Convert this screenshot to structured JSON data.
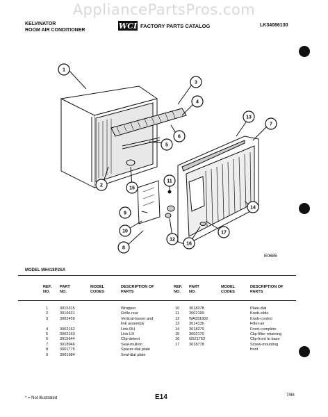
{
  "watermark": "AppliancePartsPros.com",
  "header": {
    "brand": "KELVINATOR",
    "product": "ROOM AIR CONDITIONER",
    "catalog": "FACTORY PARTS CATALOG",
    "logo": "WCI",
    "catalog_number": "LK34086130"
  },
  "diagram": {
    "code": "E0685",
    "callouts": [
      "1",
      "2",
      "3",
      "4",
      "5",
      "6",
      "7",
      "8",
      "9",
      "10",
      "11",
      "12",
      "13",
      "14",
      "15",
      "16",
      "17"
    ]
  },
  "model": "MODEL MH418P2SA",
  "columns": {
    "ref_no": "REF. NO.",
    "part_no": "PART NO.",
    "model_codes": "MODEL CODES",
    "description": "DESCRIPTION OF PARTS"
  },
  "left_parts": [
    {
      "ref": "1",
      "part": "3015315",
      "desc": "Wrapper"
    },
    {
      "ref": "2",
      "part": "3016631",
      "desc": "Grille-rear"
    },
    {
      "ref": "3",
      "part": "3002459",
      "desc": "Vertical-louver and"
    },
    {
      "ref": "",
      "part": "",
      "desc": "link assembly"
    },
    {
      "ref": "4",
      "part": "3002162",
      "desc": "Link-RH"
    },
    {
      "ref": "5",
      "part": "3002163",
      "desc": "Link-LH"
    },
    {
      "ref": "6",
      "part": "3015644",
      "desc": "Clip-detent"
    },
    {
      "ref": "7",
      "part": "3018946",
      "desc": "Seal-mullion"
    },
    {
      "ref": "8",
      "part": "3001775",
      "desc": "Spacer-dial plate"
    },
    {
      "ref": "9",
      "part": "3001984",
      "desc": "Seal-dial plate"
    }
  ],
  "right_parts": [
    {
      "ref": "10",
      "part": "3018278",
      "desc": "Plate-dial"
    },
    {
      "ref": "11",
      "part": "3002199",
      "desc": "Knob-slide"
    },
    {
      "ref": "12",
      "part": "WA331902",
      "desc": "Knob-control"
    },
    {
      "ref": "13",
      "part": "3014136",
      "desc": "Filter-air"
    },
    {
      "ref": "14",
      "part": "3018279",
      "desc": "Front-complete"
    },
    {
      "ref": "15",
      "part": "3002170",
      "desc": "Clip-filter retaining"
    },
    {
      "ref": "16",
      "part": "G521763",
      "desc": "Clip-front to base"
    },
    {
      "ref": "17",
      "part": "3018778",
      "desc": "Screw-mounting"
    },
    {
      "ref": "",
      "part": "",
      "desc": "front"
    }
  ],
  "footer": {
    "note": "* = Not Illustrated",
    "page": "E14",
    "date": "7/88"
  }
}
